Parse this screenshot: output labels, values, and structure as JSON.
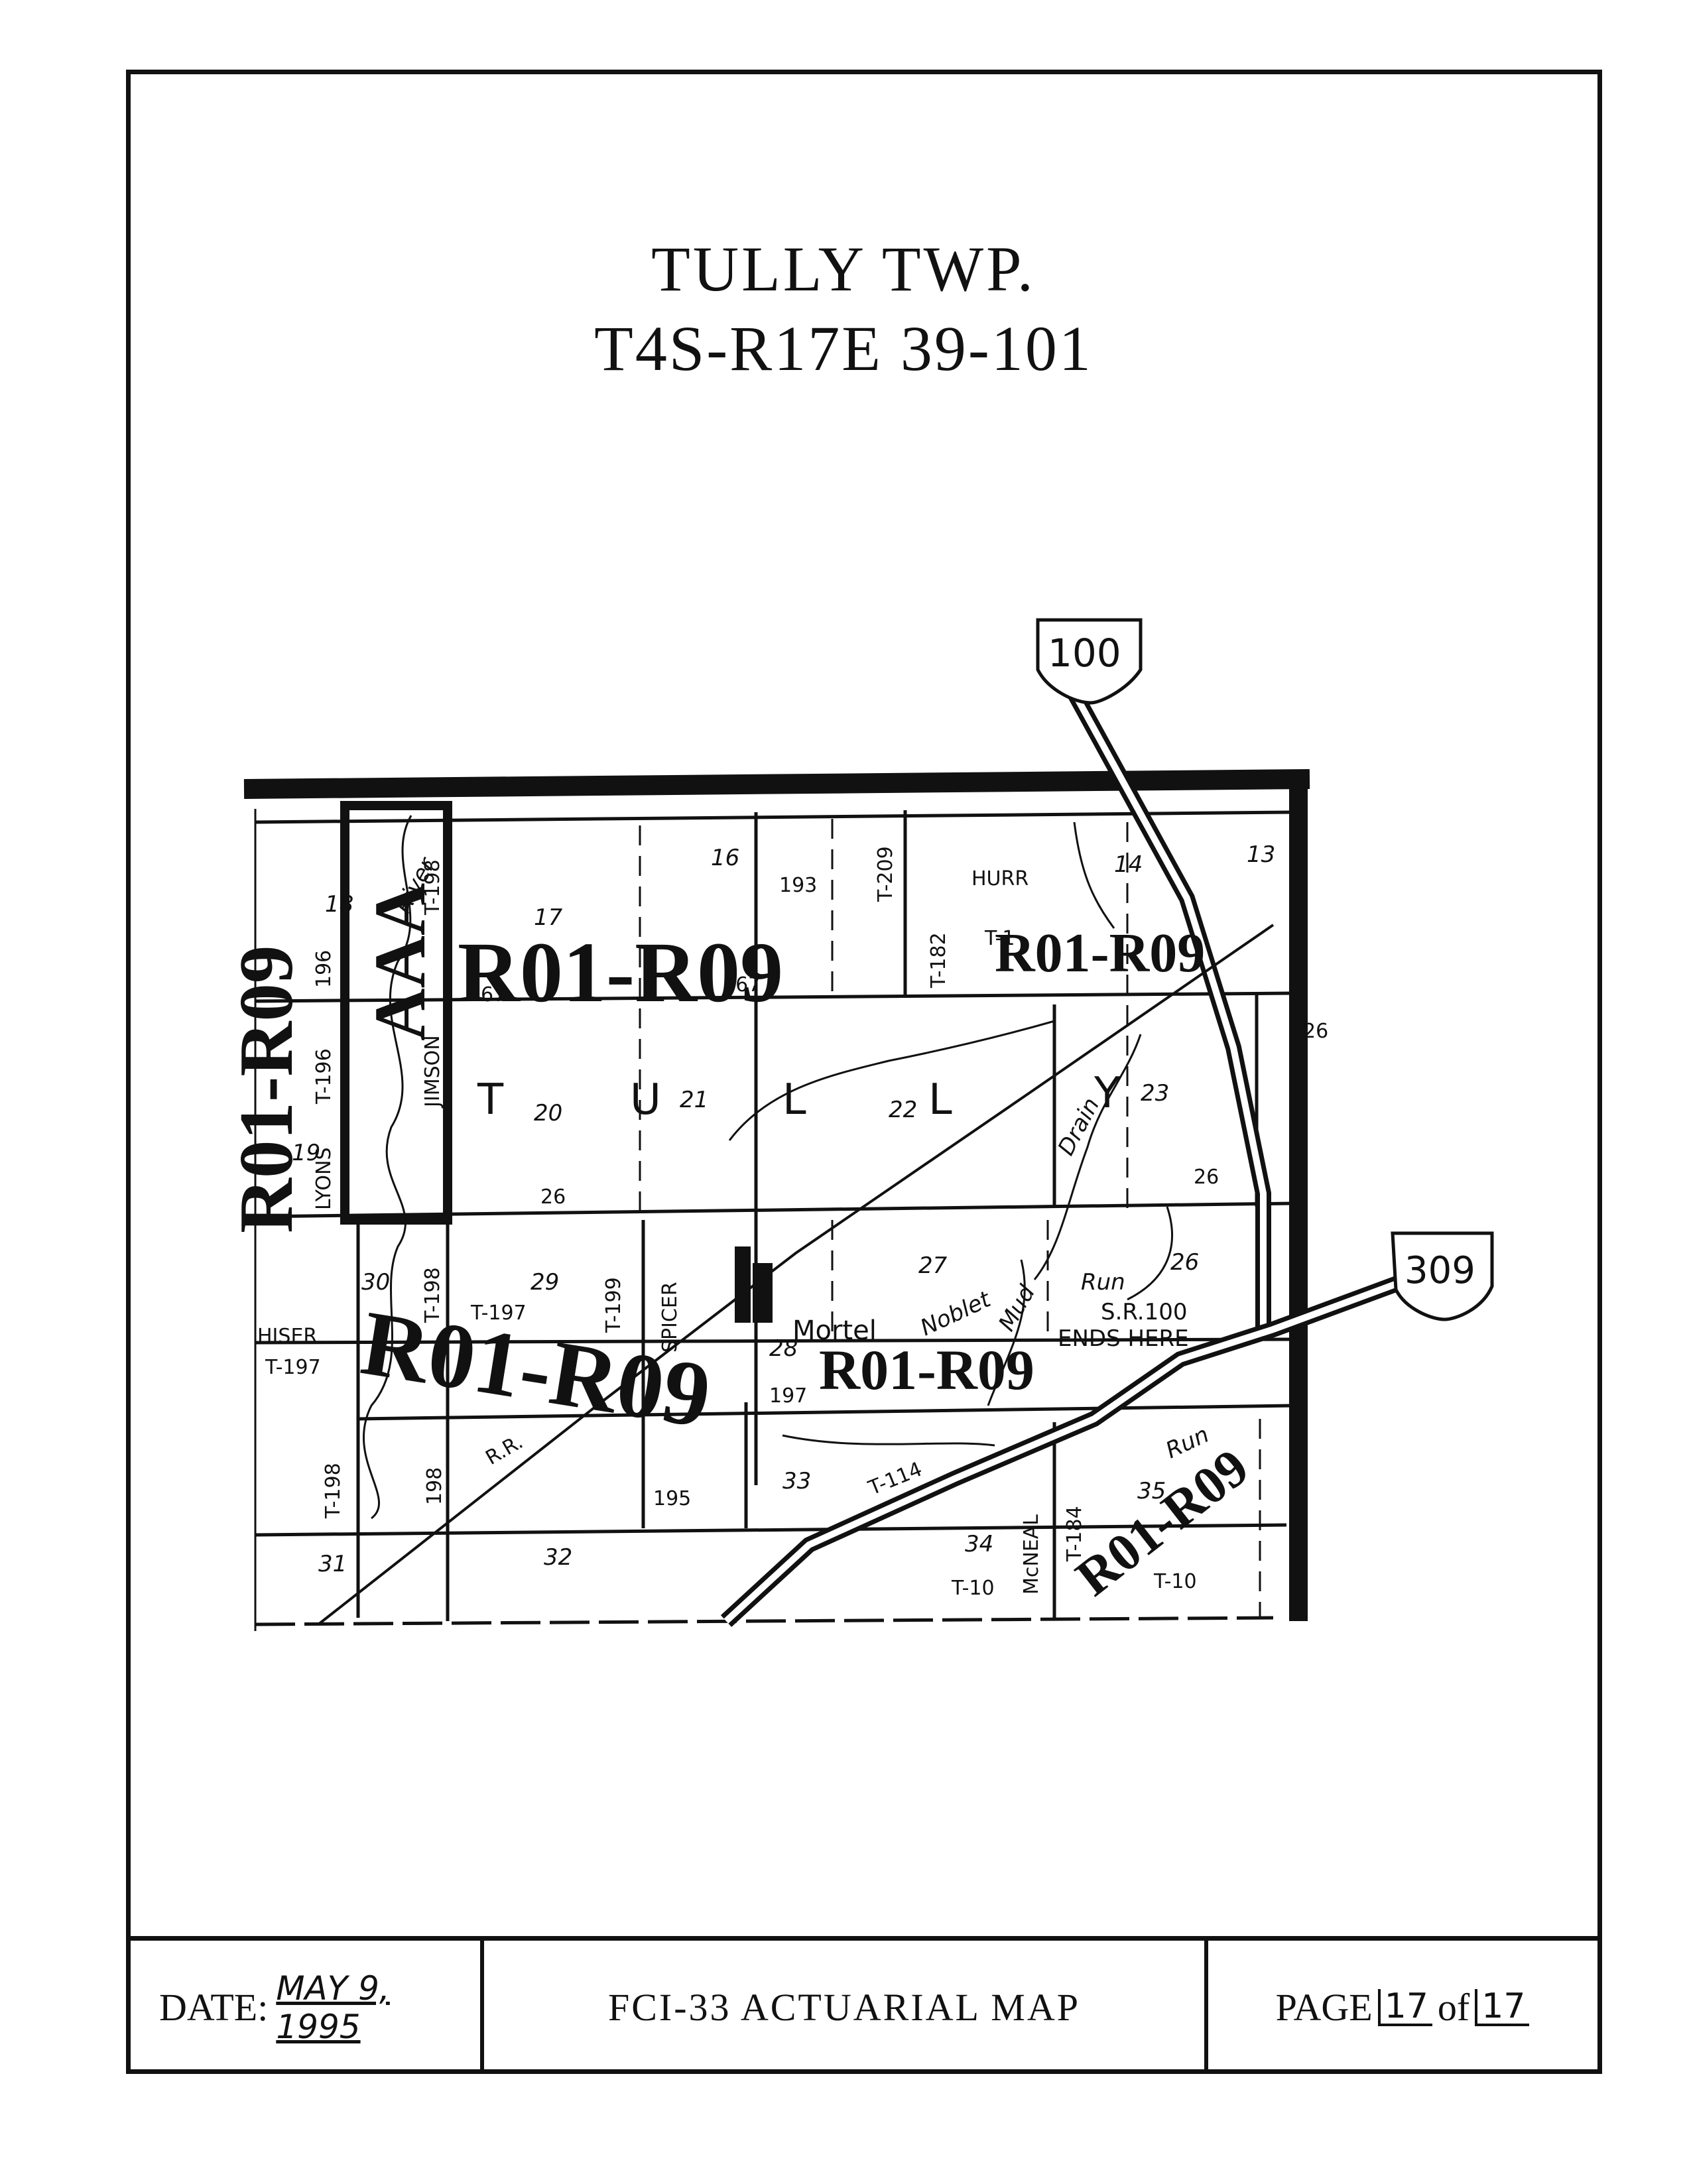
{
  "header": {
    "township": "TULLY TWP.",
    "code": "T4S-R17E   39-101"
  },
  "footer": {
    "date_label": "DATE:",
    "date_value": "MAY 9, 1995",
    "map_title": "FCI-33 ACTUARIAL  MAP",
    "page_label": "PAGE",
    "page_current": "17",
    "page_of": "of",
    "page_total": "17"
  },
  "map": {
    "route_shields": [
      "100",
      "309"
    ],
    "zone_labels": [
      "R01-R09",
      "R01-R09",
      "R01-R09",
      "R01-R09",
      "R01-R09",
      "R01-R09"
    ],
    "special_zone": "AAA",
    "township_letters": [
      "T",
      "U",
      "L",
      "L",
      "Y"
    ],
    "section_numbers": [
      "13",
      "14",
      "16",
      "17",
      "18",
      "19",
      "20",
      "21",
      "22",
      "23",
      "26",
      "27",
      "28",
      "29",
      "30",
      "31",
      "32",
      "33",
      "34",
      "35"
    ],
    "road_labels": [
      "193",
      "T-209",
      "HURR",
      "T-182",
      "T-1",
      "196",
      "T-196",
      "LYONS",
      "JIMSON",
      "T-198",
      "T-198",
      "26",
      "26",
      "26",
      "HISER",
      "T-197",
      "T-197",
      "T-199",
      "SPICER",
      "197",
      "195",
      "T-114",
      "McNEAL",
      "T-184",
      "T-10",
      "T-10",
      "T-198",
      "198",
      "67",
      "167",
      "R.R."
    ],
    "place_labels": [
      "River",
      "Drain",
      "Mortel",
      "Noblet",
      "Mud",
      "Run",
      "S.R.100",
      "ENDS HERE",
      "Run"
    ]
  }
}
